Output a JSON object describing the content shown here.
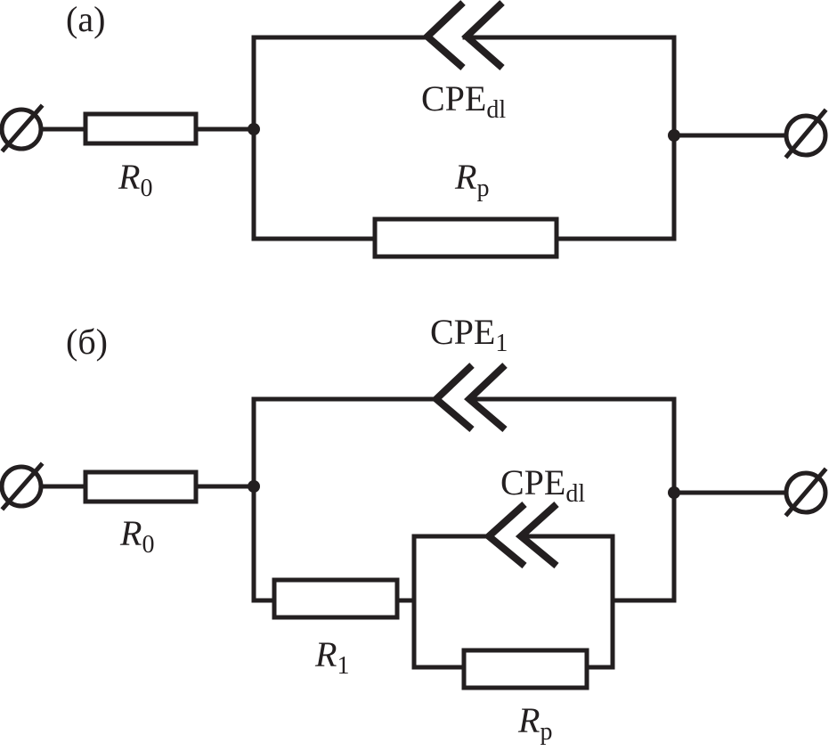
{
  "diagram": {
    "type": "equivalent-circuit",
    "colors": {
      "line": "#231f20",
      "background": "#ffffff"
    },
    "circuit_a": {
      "panel_label": "(a)",
      "r0": {
        "main": "R",
        "sub": "0"
      },
      "cpe_dl": {
        "main": "CPE",
        "sub": "dl"
      },
      "rp": {
        "main": "R",
        "sub": "p"
      }
    },
    "circuit_b": {
      "panel_label": "(б)",
      "r0": {
        "main": "R",
        "sub": "0"
      },
      "cpe_1": {
        "main": "CPE",
        "sub": "1"
      },
      "cpe_dl": {
        "main": "CPE",
        "sub": "dl"
      },
      "r1": {
        "main": "R",
        "sub": "1"
      },
      "rp": {
        "main": "R",
        "sub": "p"
      }
    }
  }
}
